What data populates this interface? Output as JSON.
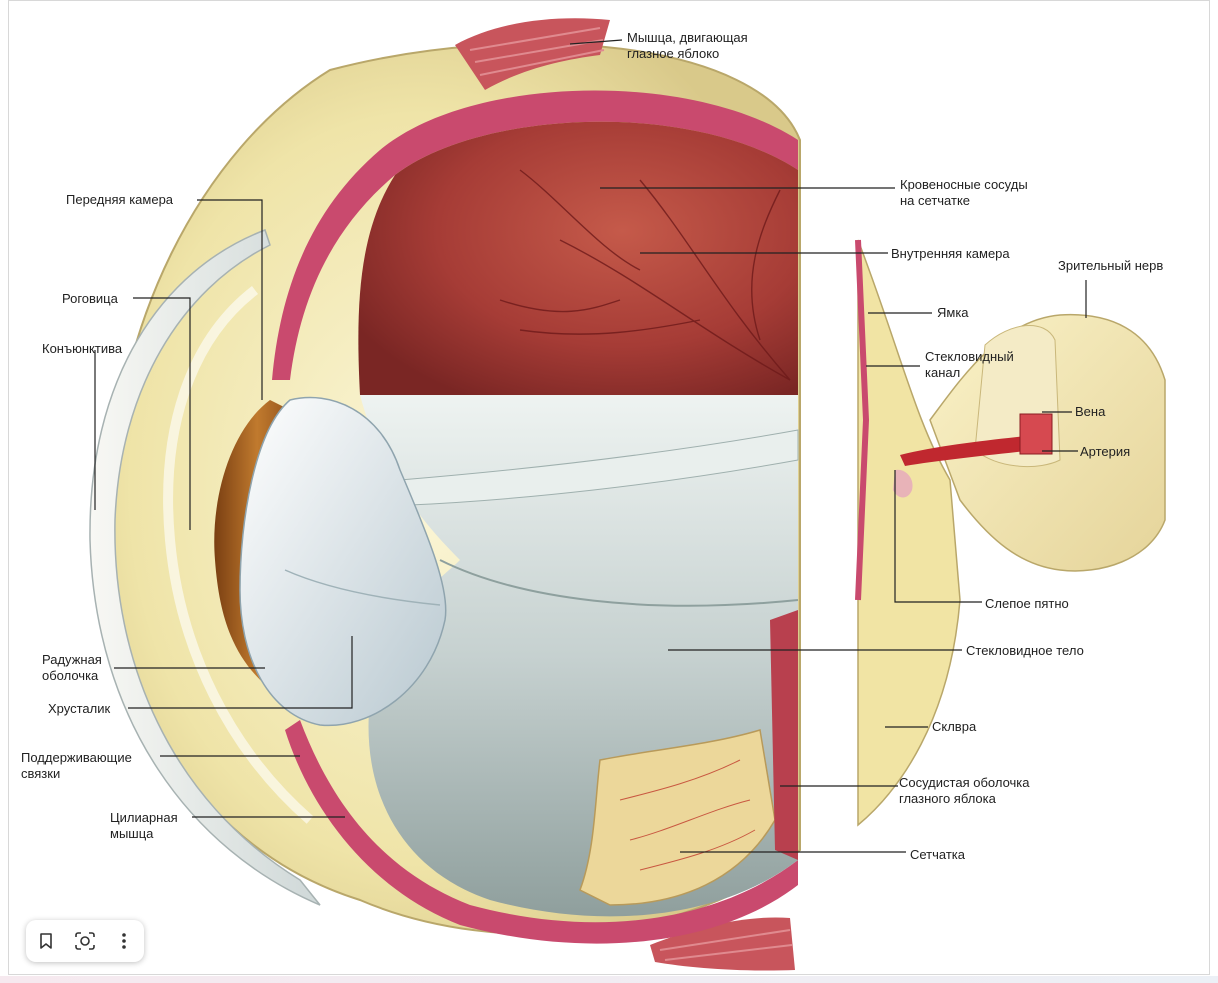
{
  "labels": {
    "muscle": "Мышца, двигающая\nглазное яблоко",
    "vessels": "Кровеносные сосуды\nна сетчатке",
    "inner_chamber": "Внутренняя камера",
    "optic_nerve": "Зрительный нерв",
    "fovea": "Ямка",
    "vitreous_canal": "Стекловидный\nканал",
    "vein": "Вена",
    "artery": "Артерия",
    "blind_spot": "Слепое пятно",
    "vitreous_body": "Стекловидное тело",
    "sclera": "Склвра",
    "choroid": "Сосудистая оболочка\nглазного яблока",
    "retina": "Сетчатка",
    "anterior_chamber": "Передняя камера",
    "cornea": "Роговица",
    "conjunctiva": "Конъюнктива",
    "iris": "Радужная\nоболочка",
    "lens": "Хрусталик",
    "ligaments": "Поддерживающие\nсвязки",
    "ciliary": "Цилиарная\nмышца"
  },
  "toolbar": {
    "bookmark_icon": "bookmark-icon",
    "lens_icon": "camera-lens-icon",
    "more_icon": "more-vertical-icon"
  },
  "colors": {
    "sclera": "#efe6b4",
    "choroid": "#c94a6e",
    "retina_inner": "#a9443e",
    "vitreous": "#c9d3d3",
    "iris": "#a8621c",
    "muscle": "#c8555c"
  }
}
